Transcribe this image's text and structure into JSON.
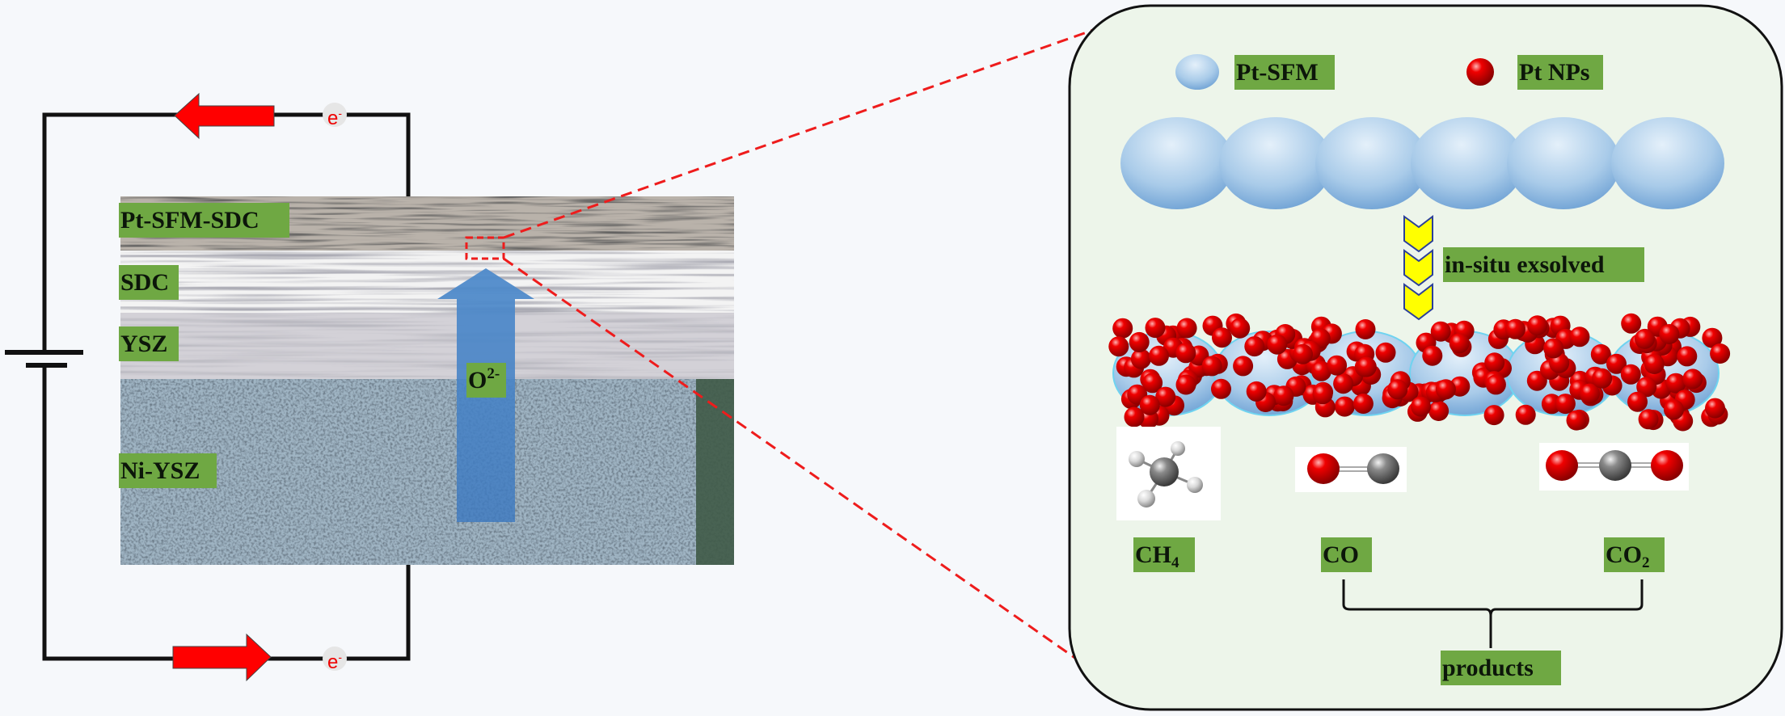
{
  "colors": {
    "label_green": "#6fa843",
    "electron_arrow": "#ff0000",
    "oxygen_arrow": "#4a86c6",
    "panel_fill": "#edf5ea",
    "np_red": "#e00000",
    "sfm_blue": "#a8c8e8",
    "dash_red": "#ee1c1c"
  },
  "circuit": {
    "electron_top": {
      "symbol": "e",
      "charge": "-"
    },
    "electron_bottom": {
      "symbol": "e",
      "charge": "-"
    }
  },
  "cell_layers": [
    {
      "label": "Pt-SFM-SDC"
    },
    {
      "label": "SDC"
    },
    {
      "label": "YSZ"
    },
    {
      "label": "Ni-YSZ"
    }
  ],
  "ion": {
    "symbol": "O",
    "charge": "2-"
  },
  "panel": {
    "legend": [
      {
        "icon": "pt-sfm-sphere-icon",
        "label": "Pt-SFM"
      },
      {
        "icon": "pt-np-dot-icon",
        "label": "Pt NPs"
      }
    ],
    "process_label": "in-situ exsolved",
    "molecules": [
      {
        "formula_main": "CH",
        "formula_sub": "4"
      },
      {
        "formula_main": "CO",
        "formula_sub": ""
      },
      {
        "formula_main": "CO",
        "formula_sub": "2"
      }
    ],
    "products_label": "products"
  }
}
